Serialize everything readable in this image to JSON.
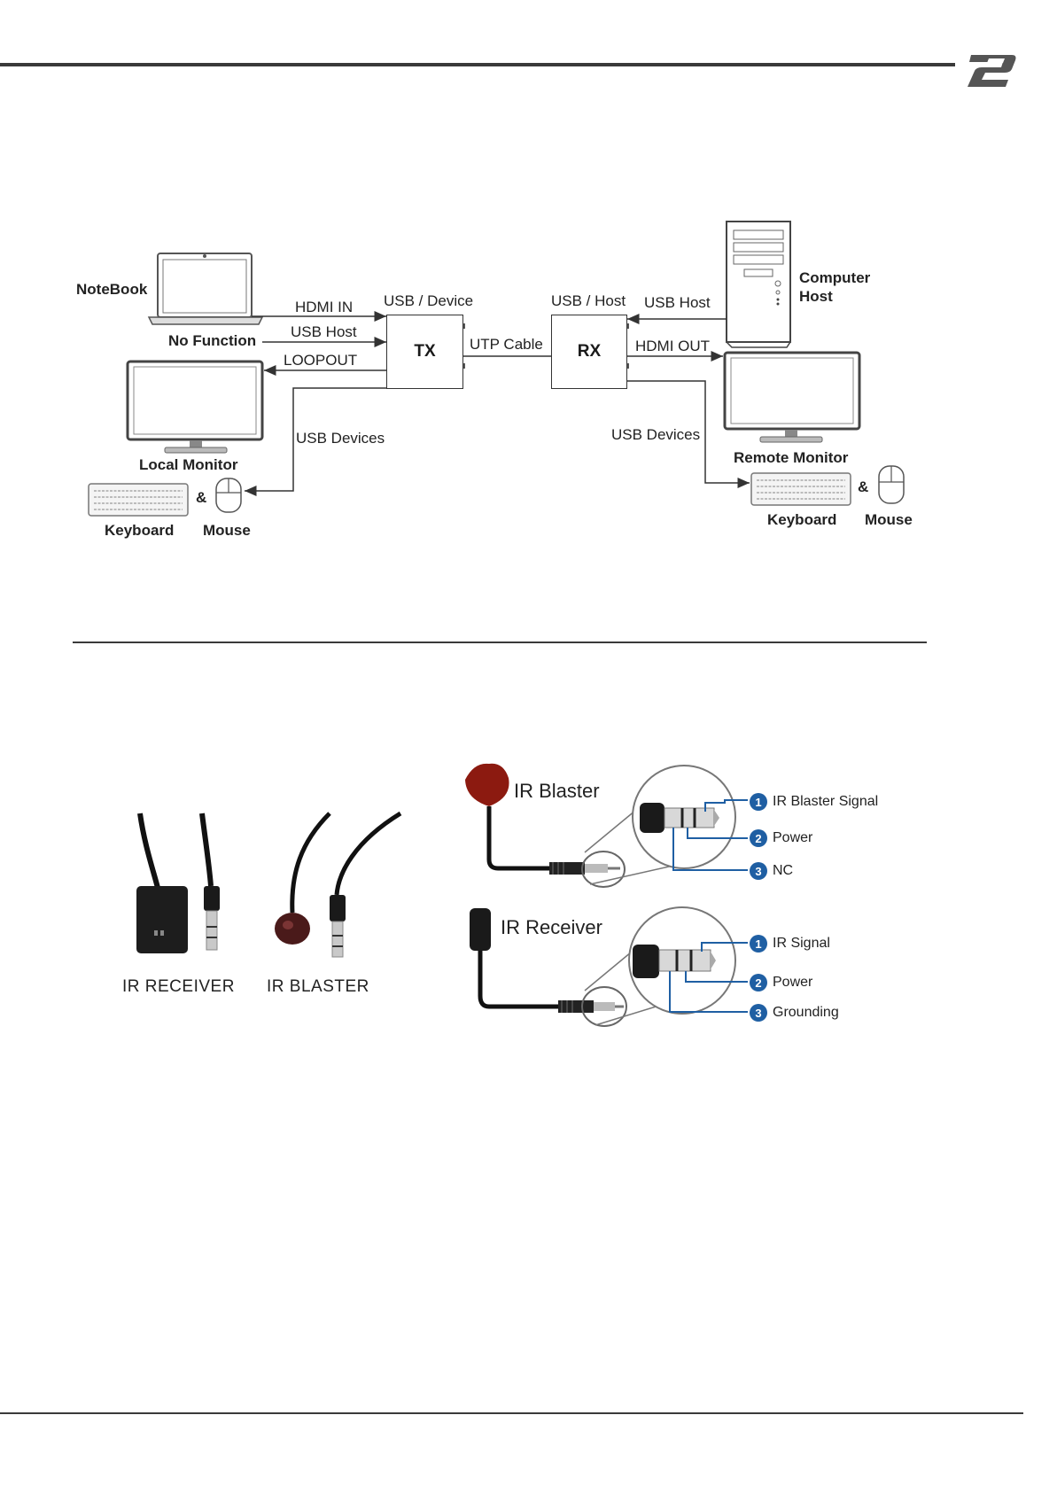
{
  "header": {
    "logo_text": ""
  },
  "system_diagram": {
    "tx_label": "TX",
    "rx_label": "RX",
    "notebook": "NoteBook",
    "no_function": "No Function",
    "local_monitor": "Local Monitor",
    "keyboard_left": "Keyboard",
    "mouse_left": "Mouse",
    "amp_left": "&",
    "computer_host_line1": "Computer",
    "computer_host_line2": "Host",
    "remote_monitor": "Remote Monitor",
    "keyboard_right": "Keyboard",
    "mouse_right": "Mouse",
    "amp_right": "&",
    "hdmi_in": "HDMI IN",
    "usb_host_left": "USB Host",
    "loopout": "LOOPOUT",
    "usb_devices_left": "USB Devices",
    "usb_device_tx": "USB / Device",
    "utp_cable": "UTP Cable",
    "usb_host_rx": "USB / Host",
    "usb_host_right": "USB Host",
    "hdmi_out": "HDMI OUT",
    "usb_devices_right": "USB Devices"
  },
  "ir_photos": {
    "receiver_caption": "IR RECEIVER",
    "blaster_caption": "IR BLASTER"
  },
  "ir_blaster": {
    "title": "IR Blaster",
    "pins": [
      {
        "num": "1",
        "label": "IR Blaster Signal"
      },
      {
        "num": "2",
        "label": "Power"
      },
      {
        "num": "3",
        "label": "NC"
      }
    ]
  },
  "ir_receiver": {
    "title": "IR Receiver",
    "pins": [
      {
        "num": "1",
        "label": "IR Signal"
      },
      {
        "num": "2",
        "label": "Power"
      },
      {
        "num": "3",
        "label": "Grounding"
      }
    ]
  },
  "colors": {
    "accent_blue": "#1f5fa3",
    "blaster_red": "#8c1a10",
    "rule": "#3a3a3a"
  }
}
